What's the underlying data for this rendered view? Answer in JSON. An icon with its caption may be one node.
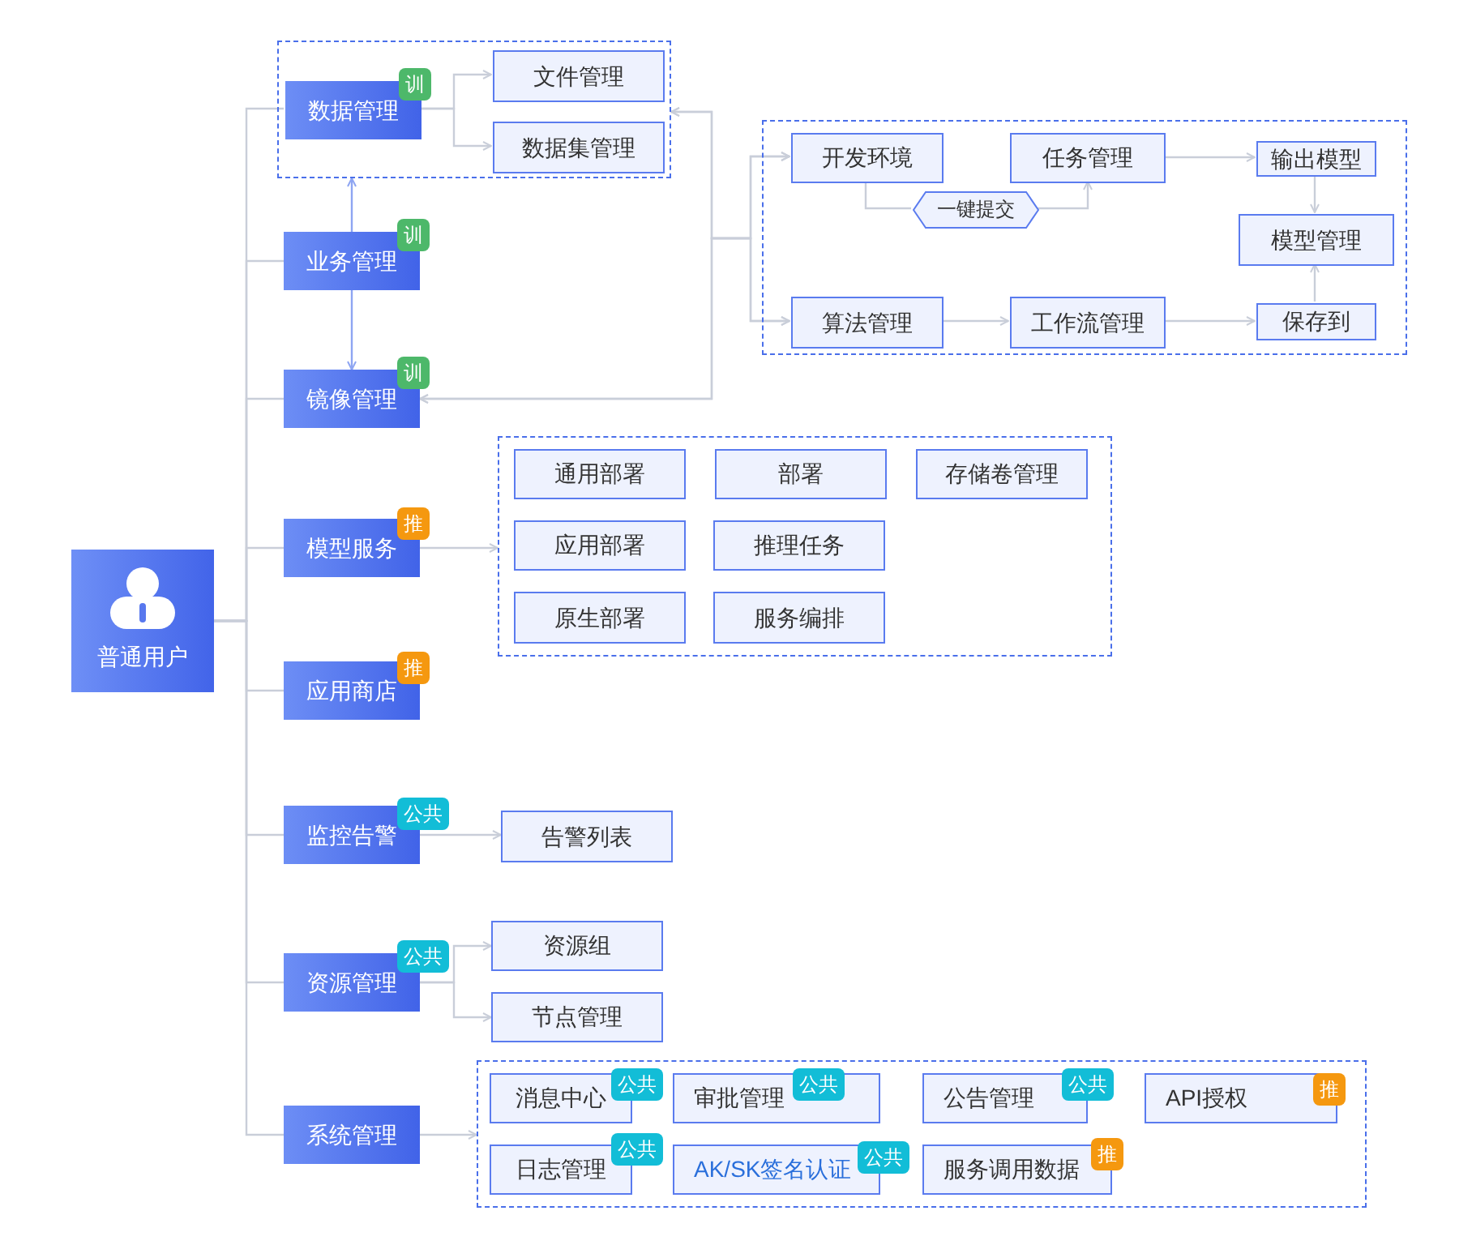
{
  "diagram": {
    "nodes": [
      {
        "text": [
          "普通用户"
        ]
      },
      {
        "text": [],
        "shape": "box"
      },
      {
        "text": [
          "数据管理",
          "训"
        ],
        "in": 1
      },
      {
        "text": [
          "文件管理"
        ],
        "in": 1
      },
      {
        "text": [
          "数据集管理"
        ],
        "in": 1
      },
      {
        "text": [
          "业务管理",
          "训"
        ]
      },
      {
        "text": [
          "镜像管理",
          "训"
        ]
      },
      {
        "text": [],
        "shape": "box"
      },
      {
        "text": [
          "开发环境"
        ],
        "in": 7
      },
      {
        "text": [
          "任务管理"
        ],
        "in": 7
      },
      {
        "text": [
          "输出模型"
        ],
        "in": 7
      },
      {
        "text": [
          "一键提交"
        ],
        "in": 7
      },
      {
        "text": [
          "模型管理"
        ],
        "in": 7
      },
      {
        "text": [
          "算法管理"
        ],
        "in": 7
      },
      {
        "text": [
          "工作流管理"
        ],
        "in": 7
      },
      {
        "text": [
          "保存到"
        ],
        "in": 7
      },
      {
        "text": [
          "模型服务",
          "推"
        ]
      },
      {
        "text": [],
        "shape": "box"
      },
      {
        "text": [
          "通用部署"
        ],
        "in": 17
      },
      {
        "text": [
          "部署"
        ],
        "in": 17
      },
      {
        "text": [
          "存储卷管理"
        ],
        "in": 17
      },
      {
        "text": [
          "应用部署"
        ],
        "in": 17
      },
      {
        "text": [
          "推理任务"
        ],
        "in": 17
      },
      {
        "text": [
          "原生部署"
        ],
        "in": 17
      },
      {
        "text": [
          "服务编排"
        ],
        "in": 17
      },
      {
        "text": [
          "应用商店",
          "推"
        ]
      },
      {
        "text": [
          "监控告警",
          "公共"
        ]
      },
      {
        "text": [
          "告警列表"
        ]
      },
      {
        "text": [
          "资源管理",
          "公共"
        ]
      },
      {
        "text": [
          "资源组"
        ]
      },
      {
        "text": [
          "节点管理"
        ]
      },
      {
        "text": [
          "系统管理"
        ]
      },
      {
        "text": [],
        "shape": "box"
      },
      {
        "text": [
          "消息中心",
          "公共"
        ],
        "in": 32
      },
      {
        "text": [
          "审批管理",
          "公共"
        ],
        "in": 32
      },
      {
        "text": [
          "公告管理",
          "公共"
        ],
        "in": 32
      },
      {
        "text": [
          "API授权",
          "推"
        ],
        "in": 32
      },
      {
        "text": [
          "日志管理",
          "公共"
        ],
        "in": 32
      },
      {
        "text": [
          "AK/SK签名认证",
          "公共"
        ],
        "in": 32
      },
      {
        "text": [
          "服务调用数据",
          "推"
        ],
        "in": 32
      }
    ],
    "edges": [
      {
        "from": 0,
        "to": 2,
        "arrow": "none"
      },
      {
        "from": 0,
        "to": 5,
        "arrow": "none"
      },
      {
        "from": 0,
        "to": 6,
        "arrow": "none"
      },
      {
        "from": 0,
        "to": 16,
        "arrow": "none"
      },
      {
        "from": 0,
        "to": 25,
        "arrow": "none"
      },
      {
        "from": 0,
        "to": 26,
        "arrow": "none"
      },
      {
        "from": 0,
        "to": 28,
        "arrow": "none"
      },
      {
        "from": 0,
        "to": 31,
        "arrow": "none"
      },
      {
        "from": 2,
        "to": 3,
        "arrow": "to"
      },
      {
        "from": 2,
        "to": 4,
        "arrow": "to"
      },
      {
        "from": 5,
        "to": 1,
        "arrow": "to",
        "color": "#8ea5f2"
      },
      {
        "from": 5,
        "to": 6,
        "arrow": "to",
        "color": "#8ea5f2"
      },
      {
        "from": 1,
        "to": 8,
        "arrow": "both"
      },
      {
        "from": 1,
        "to": 13,
        "arrow": "both"
      },
      {
        "from": 6,
        "to": 8,
        "arrow": "both"
      },
      {
        "from": 6,
        "to": 13,
        "arrow": "both"
      },
      {
        "from": 8,
        "to": 11,
        "arrow": "none"
      },
      {
        "from": 11,
        "to": 9,
        "arrow": "to"
      },
      {
        "from": 9,
        "to": 10,
        "arrow": "to"
      },
      {
        "from": 10,
        "to": 12,
        "arrow": "to"
      },
      {
        "from": 13,
        "to": 14,
        "arrow": "to"
      },
      {
        "from": 14,
        "to": 15,
        "arrow": "to"
      },
      {
        "from": 15,
        "to": 12,
        "arrow": "to"
      },
      {
        "from": 16,
        "to": 17,
        "arrow": "to"
      },
      {
        "from": 26,
        "to": 27,
        "arrow": "to"
      },
      {
        "from": 28,
        "to": 29,
        "arrow": "to"
      },
      {
        "from": 28,
        "to": 30,
        "arrow": "to"
      },
      {
        "from": 31,
        "to": 32,
        "arrow": "to"
      }
    ]
  }
}
